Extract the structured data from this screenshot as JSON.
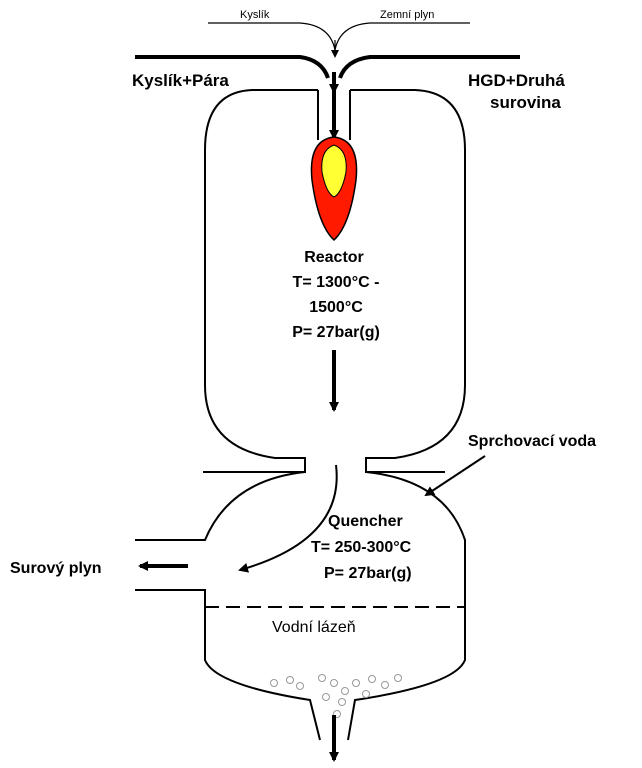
{
  "labels": {
    "kyslik_top": "Kyslík",
    "zemni_plyn": "Zemní plyn",
    "kyslik_para": "Kyslík+Pára",
    "hgd_line1": "HGD+Druhá",
    "hgd_line2": "surovina",
    "reactor": "Reactor",
    "reactor_temp1": "T= 1300°C -",
    "reactor_temp2": "1500°C",
    "reactor_pressure": "P= 27bar(g)",
    "sprchovaci_voda": "Sprchovací voda",
    "quencher": "Quencher",
    "quencher_temp": "T= 250-300°C",
    "quencher_pressure": "P= 27bar(g)",
    "surovy_plyn": "Surový plyn",
    "vodni_lazen": "Vodní lázeň"
  },
  "colors": {
    "flame_outer": "#ff1a00",
    "flame_inner": "#ffff33",
    "line": "#000000",
    "bubble": "#999999"
  }
}
